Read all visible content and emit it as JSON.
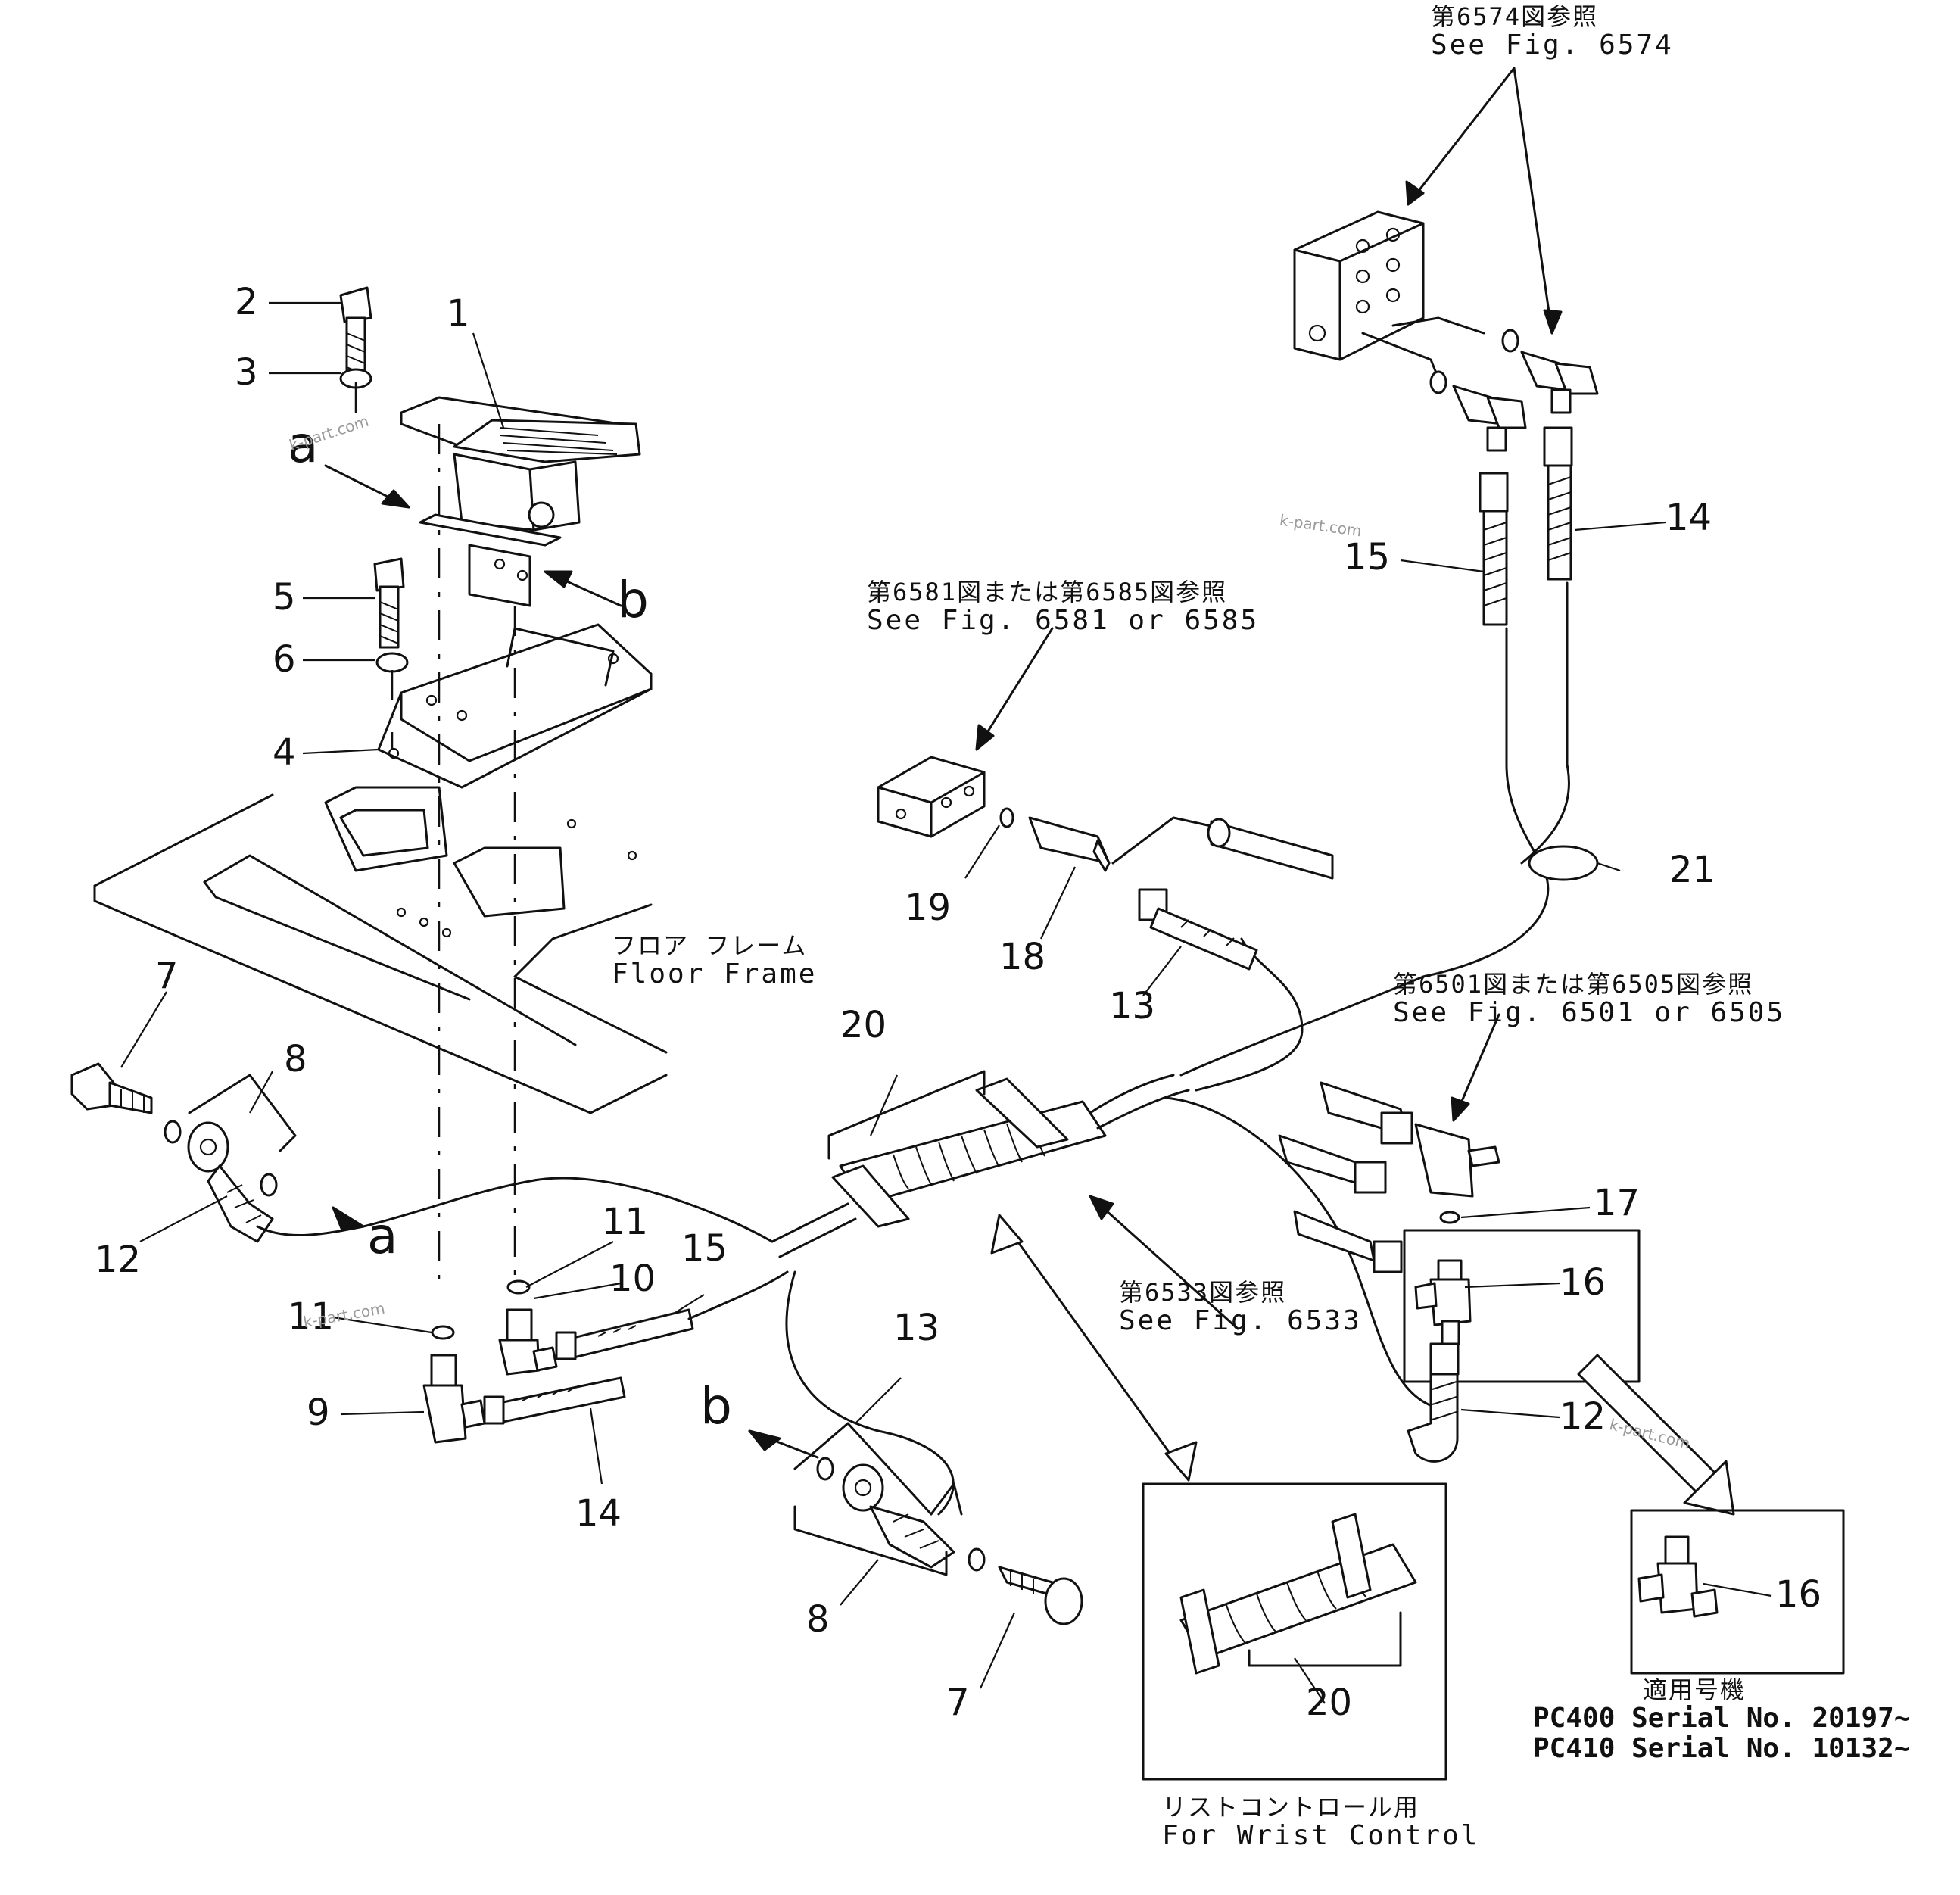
{
  "callouts": {
    "c1": "1",
    "c2": "2",
    "c3": "3",
    "c4": "4",
    "c5": "5",
    "c6": "6",
    "c7a": "7",
    "c7b": "7",
    "c8a": "8",
    "c8b": "8",
    "c9": "9",
    "c10": "10",
    "c11a": "11",
    "c11b": "11",
    "c12a": "12",
    "c12b": "12",
    "c13a": "13",
    "c13b": "13",
    "c14a": "14",
    "c14b": "14",
    "c15a": "15",
    "c15b": "15",
    "c16a": "16",
    "c16b": "16",
    "c17": "17",
    "c18": "18",
    "c19": "19",
    "c20a": "20",
    "c20b": "20",
    "c21": "21"
  },
  "letters": {
    "a1": "a",
    "a2": "a",
    "b1": "b",
    "b2": "b"
  },
  "references": {
    "fig6574": {
      "jp": "第6574図参照",
      "en": "See Fig. 6574"
    },
    "fig6581": {
      "jp": "第6581図または第6585図参照",
      "en": "See Fig. 6581 or 6585"
    },
    "fig6501": {
      "jp": "第6501図または第6505図参照",
      "en": "See Fig. 6501 or 6505"
    },
    "fig6533": {
      "jp": "第6533図参照",
      "en": "See Fig. 6533"
    },
    "floor_frame": {
      "jp": "フロア フレーム",
      "en": "Floor Frame"
    },
    "wrist_control": {
      "jp": "リストコントロール用",
      "en": "For Wrist Control"
    },
    "applicable": {
      "jp": "適用号機"
    }
  },
  "serials": [
    "PC400 Serial No. 20197~",
    "PC410 Serial No. 10132~"
  ],
  "watermark": "k-part.com"
}
